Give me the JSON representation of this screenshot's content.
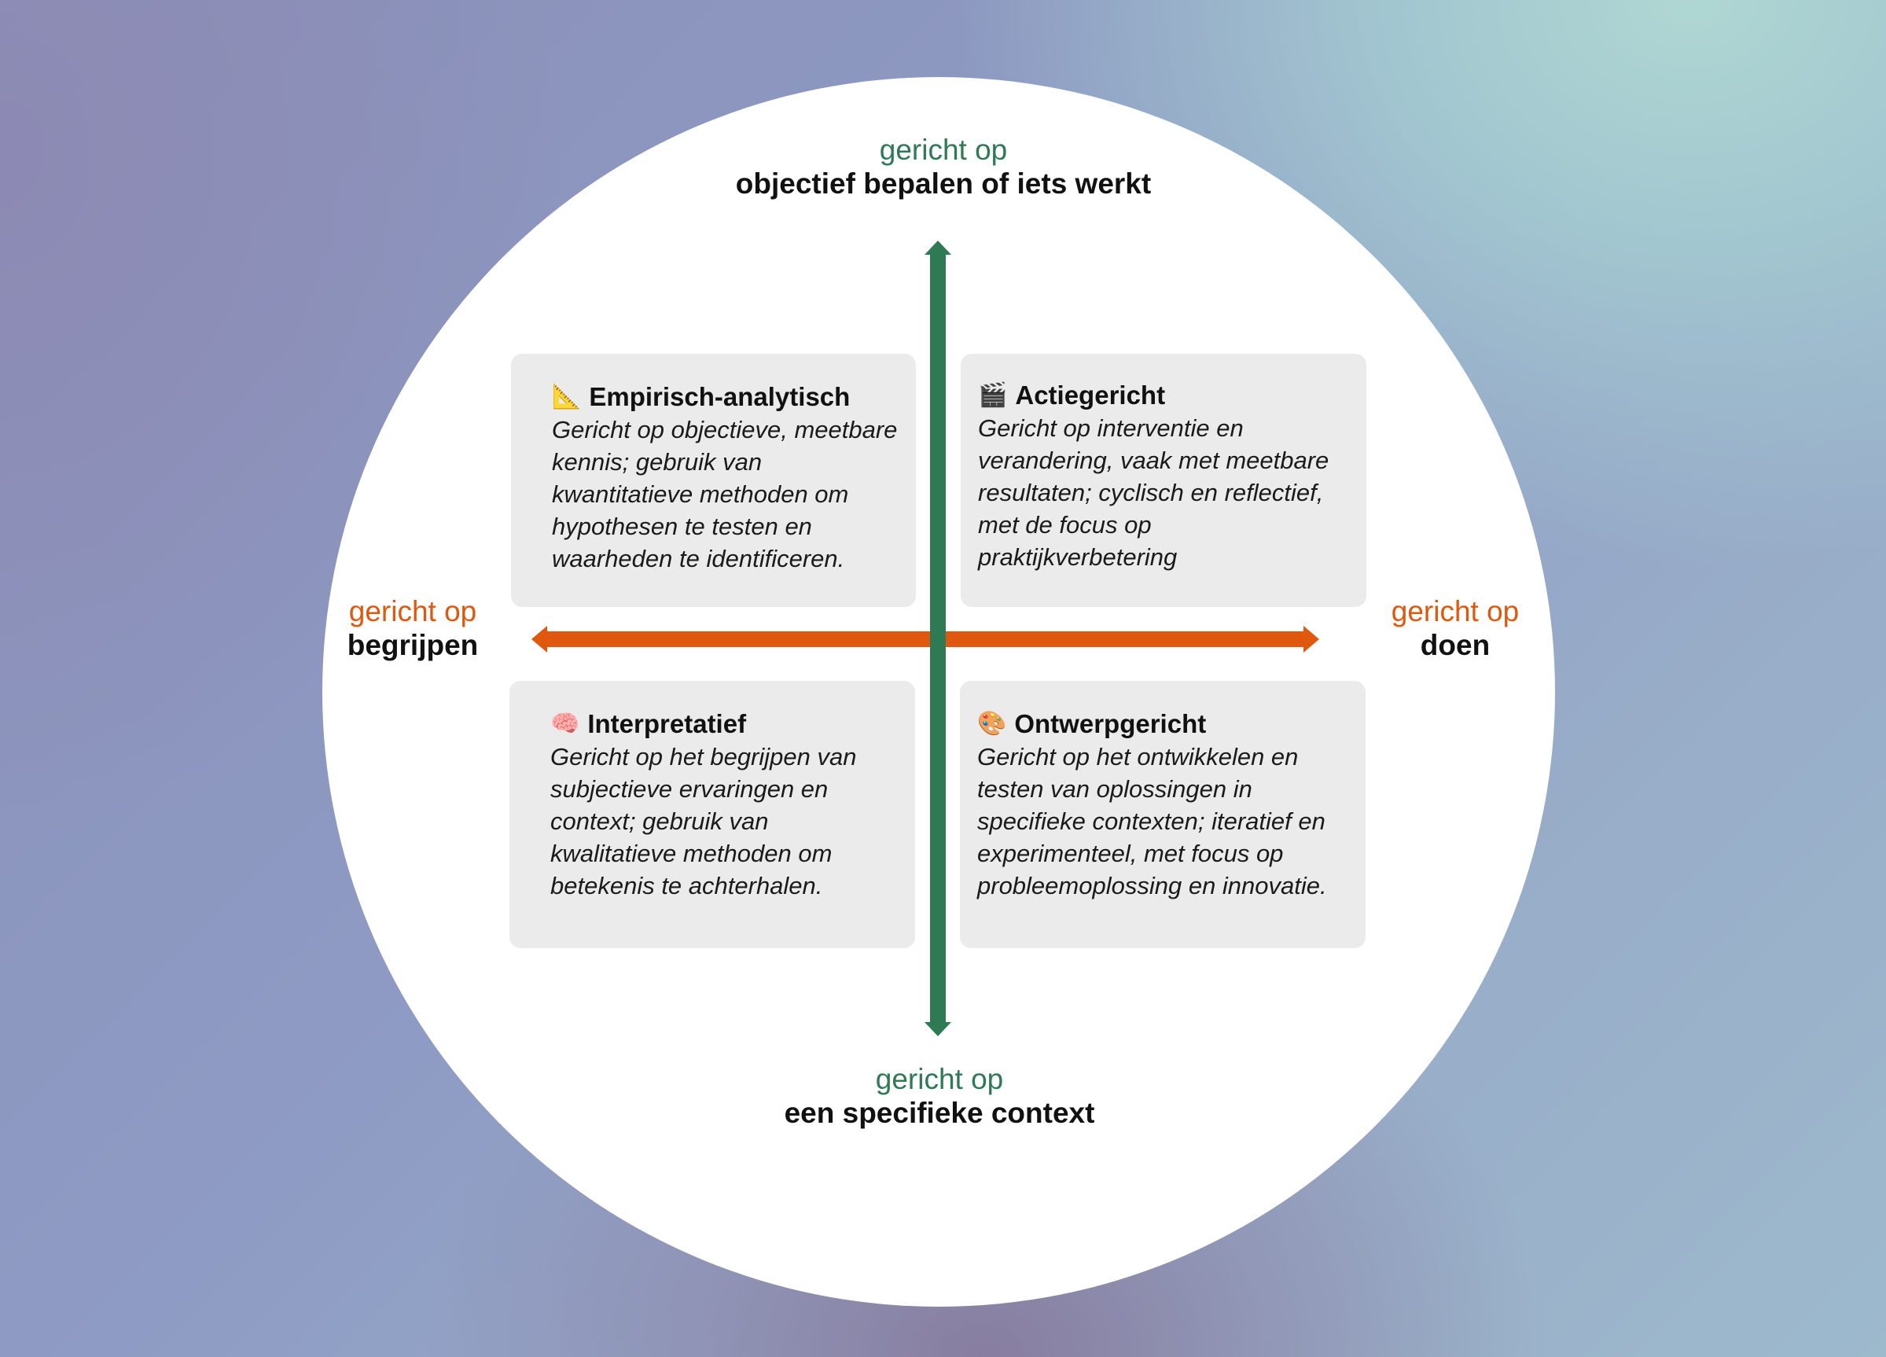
{
  "axes": {
    "top": {
      "pre": "gericht op",
      "main": "objectief bepalen of iets werkt"
    },
    "bottom": {
      "pre": "gericht op",
      "main": "een specifieke context"
    },
    "left": {
      "pre": "gericht op",
      "main": "begrijpen"
    },
    "right": {
      "pre": "gericht op",
      "main": "doen"
    }
  },
  "quadrants": [
    {
      "icon": "triangular-ruler-icon",
      "glyph": "📐",
      "title": "Empirisch-analytisch",
      "description": "Gericht op objectieve, meetbare kennis; gebruik van kwantitatieve methoden om hypothesen te testen en waarheden te identificeren."
    },
    {
      "icon": "clapper-board-icon",
      "glyph": "🎬",
      "title": "Actiegericht",
      "description": "Gericht op interventie en verandering, vaak met meetbare resultaten; cyclisch en reflectief, met de focus op praktijkverbetering"
    },
    {
      "icon": "brain-icon",
      "glyph": "🧠",
      "title": "Interpretatief",
      "description": "Gericht op het begrijpen van subjectieve ervaringen en context; gebruik van kwalitatieve methoden om betekenis te achterhalen."
    },
    {
      "icon": "artist-palette-icon",
      "glyph": "🎨",
      "title": "Ontwerpgericht",
      "description": "Gericht op het ontwikkelen en testen van oplossingen in specifieke contexten; iteratief en experimenteel, met focus op probleemoplossing en innovatie."
    }
  ],
  "colors": {
    "vertical_axis": "#2e7a55",
    "horizontal_axis": "#e0580d",
    "card_background": "#ebebeb"
  }
}
